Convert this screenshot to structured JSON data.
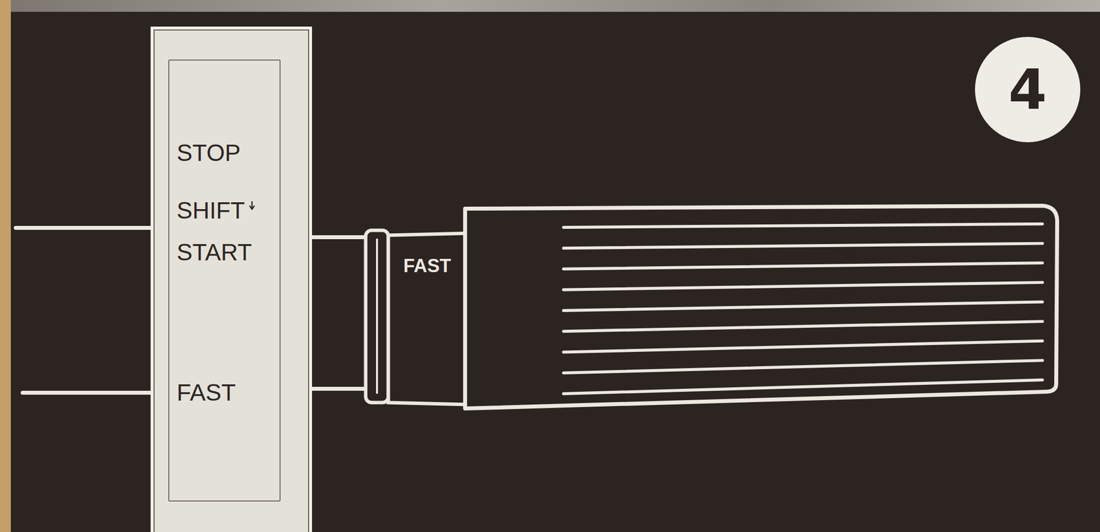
{
  "diagram": {
    "nodes": [
      {
        "text": [
          "STOP",
          "SHIFT",
          "START",
          "FAST"
        ]
      },
      {
        "text": [
          "FAST"
        ]
      },
      {
        "text": [
          "4"
        ]
      }
    ]
  }
}
